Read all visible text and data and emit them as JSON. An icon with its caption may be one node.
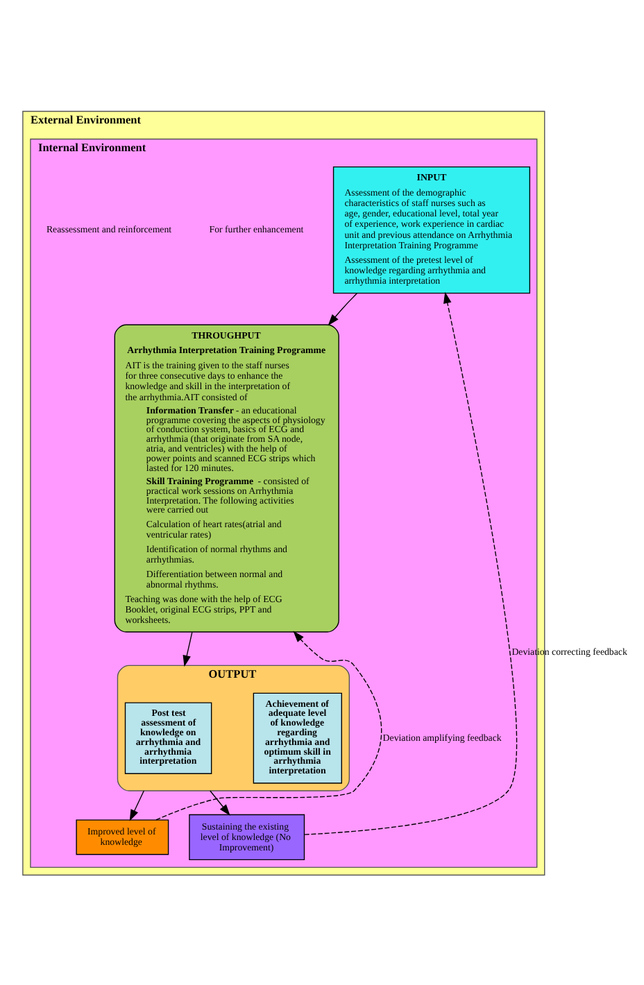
{
  "diagram": {
    "nodes": [
      {
        "text": [
          "External Environment"
        ]
      },
      {
        "text": [
          "Internal Environment"
        ],
        "in": 0
      },
      {
        "text": [
          "INPUT",
          "Assessment of the demographic characteristics of staff nurses such as age, gender, educational level, total year of experience, work experience in cardiac unit and previous attendance on Arrhythmia Interpretation Training Programme",
          "Assessment of the pretest level of knowledge regarding arrhythmia and arrhythmia interpretation"
        ],
        "in": 1
      },
      {
        "text": [
          "THROUGHPUT",
          "Arrhythmia Interpretation Training Programme",
          "AIT is the training given to the staff nurses for three consecutive days to enhance the knowledge and skill in the interpretation of the arrhythmia.AIT consisted of",
          "**Information Transfer** - an educational programme covering the aspects of physiology of conduction system, basics of ECG and arrhythmia (that originate from SA node, atria, and ventricles) with the help of power points and scanned ECG strips which lasted for 120 minutes.",
          "**Skill Training Programme** - consisted of practical work sessions on Arrhythmia Interpretation. The following activities were carried out",
          "Calculation of heart rates(atrial and ventricular rates)",
          "Identification of normal rhythms and arrhythmias.",
          "Differentiation between normal and abnormal rhythms.",
          "Teaching was done with the help of ECG Booklet, original ECG strips, PPT and worksheets."
        ],
        "in": 1
      },
      {
        "text": [
          "OUTPUT"
        ],
        "in": 1
      },
      {
        "text": [
          "Post test assessment of knowledge on arrhythmia and arrhythmia interpretation"
        ],
        "in": 4
      },
      {
        "text": [
          "Achievement of adequate level of knowledge regarding arrhythmia and optimum skill in arrhythmia interpretation"
        ],
        "in": 4
      },
      {
        "text": [
          "Improved level of knowledge"
        ],
        "in": 1
      },
      {
        "text": [
          "Sustaining the existing level of knowledge (No Improvement)"
        ],
        "in": 1
      }
    ],
    "edges": [
      {
        "from": 2,
        "to": 3,
        "arrow": "to"
      },
      {
        "from": 3,
        "to": 4,
        "arrow": "to"
      },
      {
        "from": 4,
        "to": 7,
        "arrow": "to"
      },
      {
        "from": 4,
        "to": 8,
        "arrow": "to"
      },
      {
        "from": 7,
        "to": 3,
        "arrow": "to",
        "style": "dashed",
        "label": "Deviation amplifying feedback"
      },
      {
        "from": 8,
        "to": 2,
        "arrow": "to",
        "style": "dashed",
        "label": "Deviation correcting feedback"
      }
    ],
    "labels": [
      "For further enhancement",
      "Reassessment and reinforcement"
    ]
  }
}
